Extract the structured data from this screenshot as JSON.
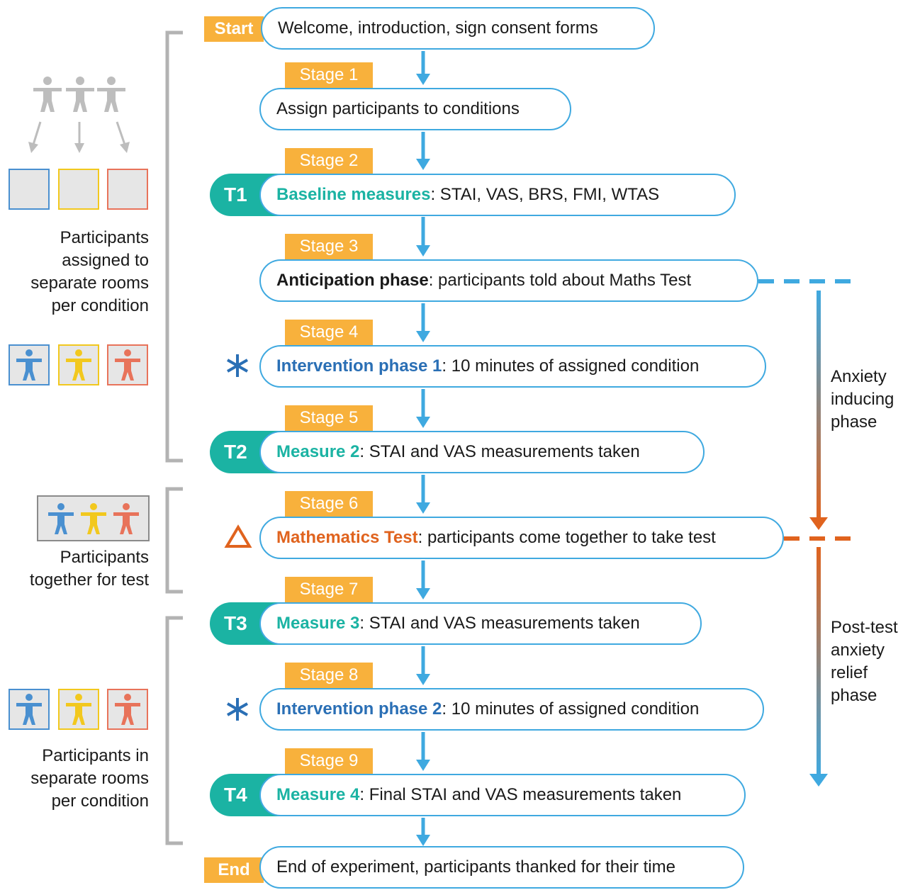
{
  "colors": {
    "flow_arrow": "#3fa9e0",
    "tag": "#f8b13c",
    "t_pill": "#1bb3a3",
    "intervention": "#2a6fb5",
    "test": "#e0631e",
    "bracket": "#b3b3b3",
    "condition_blue": "#4a90d0",
    "condition_yellow": "#f2c81e",
    "condition_red": "#e8735a",
    "person_grey": "#bdbdbd"
  },
  "start_label": "Start",
  "end_label": "End",
  "start_text": "Welcome, introduction, sign consent forms",
  "end_text": "End of experiment, participants thanked for their time",
  "stages": [
    "Stage 1",
    "Stage 2",
    "Stage 3",
    "Stage 4",
    "Stage 5",
    "Stage 6",
    "Stage 7",
    "Stage 8",
    "Stage 9"
  ],
  "steps": {
    "assign": "Assign participants to conditions",
    "baseline_bold": "Baseline measures",
    "baseline_rest": ": STAI, VAS, BRS, FMI, WTAS",
    "anticipation_bold": "Anticipation phase",
    "anticipation_rest": ": participants told about Maths Test",
    "intervention1_bold": "Intervention phase 1",
    "intervention1_rest": ": 10 minutes of assigned condition",
    "measure2_bold": "Measure 2",
    "measure2_rest": ": STAI and VAS measurements taken",
    "maths_bold": "Mathematics Test",
    "maths_rest": ": participants come together to take test",
    "measure3_bold": "Measure 3",
    "measure3_rest": ": STAI and VAS measurements taken",
    "intervention2_bold": "Intervention phase 2",
    "intervention2_rest": ": 10 minutes of assigned condition",
    "measure4_bold": "Measure 4",
    "measure4_rest": ": Final STAI and VAS measurements taken"
  },
  "t_labels": [
    "T1",
    "T2",
    "T3",
    "T4"
  ],
  "left_captions": {
    "separate_rooms": "Participants assigned to separate rooms per condition",
    "together": "Participants together for test",
    "separate_after": "Participants in separate rooms per condition"
  },
  "right_phases": {
    "anxiety": "Anxiety inducing phase",
    "relief": "Post-test anxiety relief phase"
  }
}
